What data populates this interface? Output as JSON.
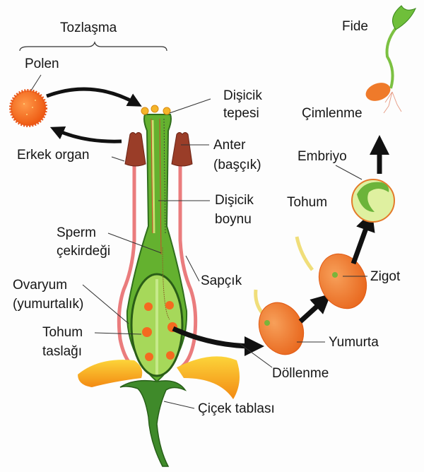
{
  "title": "Tozlaşma",
  "labels": {
    "polen": "Polen",
    "erkek_organ": "Erkek organ",
    "disicik_tepesi": [
      "Dişicik",
      "tepesi"
    ],
    "anter": [
      "Anter",
      "(başçık)"
    ],
    "disicik_boynu": [
      "Dişicik",
      "boynu"
    ],
    "sperm": [
      "Sperm",
      "çekirdeği"
    ],
    "sapcik": "Sapçık",
    "ovaryum": [
      "Ovaryum",
      "(yumurtalık)"
    ],
    "tohum_taslagi": [
      "Tohum",
      "taslağı"
    ],
    "dollenme": "Döllenme",
    "cicek_tablasi": "Çiçek tablası",
    "yumurta": "Yumurta",
    "zigot": "Zigot",
    "tohum": "Tohum",
    "embriyo": "Embriyo",
    "cimlenme": "Çimlenme",
    "fide": "Fide"
  },
  "colors": {
    "pollen": "#f26a1b",
    "stigma": "#f5b52a",
    "pistil_green": "#5fae2e",
    "pistil_light": "#a6d85a",
    "pistil_dark": "#2f6e1c",
    "anther": "#9a3d28",
    "filament": "#e9777a",
    "petal": "#f7a318",
    "petal_light": "#fcd43a",
    "ovule": "#f46a20",
    "seed_orange": "#ef7a2a",
    "embryo_green": "#7dc242",
    "arrow": "#111111"
  }
}
